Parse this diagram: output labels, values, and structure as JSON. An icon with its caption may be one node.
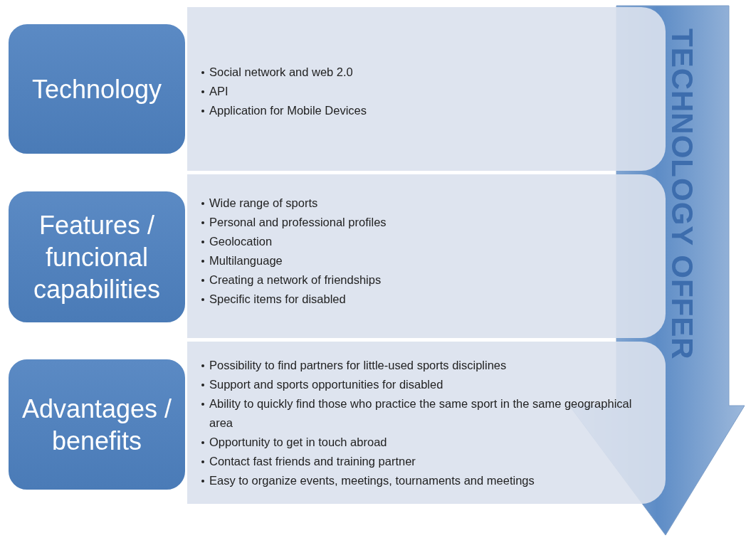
{
  "diagram": {
    "nodes": [
      {
        "text": [
          "Technology"
        ]
      },
      {
        "text": [
          "Social network and web 2.0",
          "API",
          "Application for Mobile Devices"
        ]
      },
      {
        "text": [
          "Features / funcional capabilities"
        ]
      },
      {
        "text": [
          "Wide range of sports",
          "Personal and professional profiles",
          "Geolocation",
          "Multilanguage",
          "Creating a network of friendships",
          "Specific items for disabled"
        ]
      },
      {
        "text": [
          "Advantages / benefits"
        ]
      },
      {
        "text": [
          "Possibility to find partners for little-used sports disciplines",
          "Support and sports opportunities for disabled",
          "Ability to quickly find those who practice the same sport in the same geographical area",
          "Opportunity to get in touch abroad",
          "Contact fast friends and training partner",
          "Easy to organize events, meetings, tournaments and meetings"
        ]
      },
      {
        "text": [
          "TECHNOLOGY OFFER"
        ]
      }
    ],
    "edges": []
  }
}
